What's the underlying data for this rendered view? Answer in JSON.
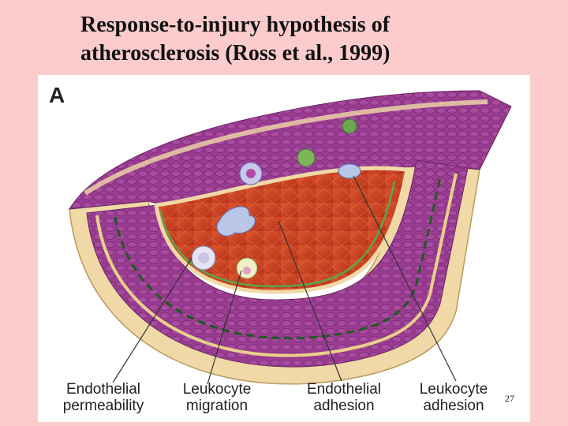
{
  "slide": {
    "title_line1": "Response-to-injury hypothesis of",
    "title_line2": "atherosclerosis (Ross et al., 1999)",
    "page_number": "27"
  },
  "figure": {
    "panel_letter": "A",
    "labels": [
      {
        "line1": "Endothelial",
        "line2": "permeability"
      },
      {
        "line1": "Leukocyte",
        "line2": "migration"
      },
      {
        "line1": "Endothelial",
        "line2": "adhesion"
      },
      {
        "line1": "Leukocyte",
        "line2": "adhesion"
      }
    ]
  },
  "colors": {
    "background": "#fccccc",
    "media_purple": "#9c3f96",
    "lumen_red": "#c93a1d",
    "adventitia_tan": "#f0d9a6"
  }
}
